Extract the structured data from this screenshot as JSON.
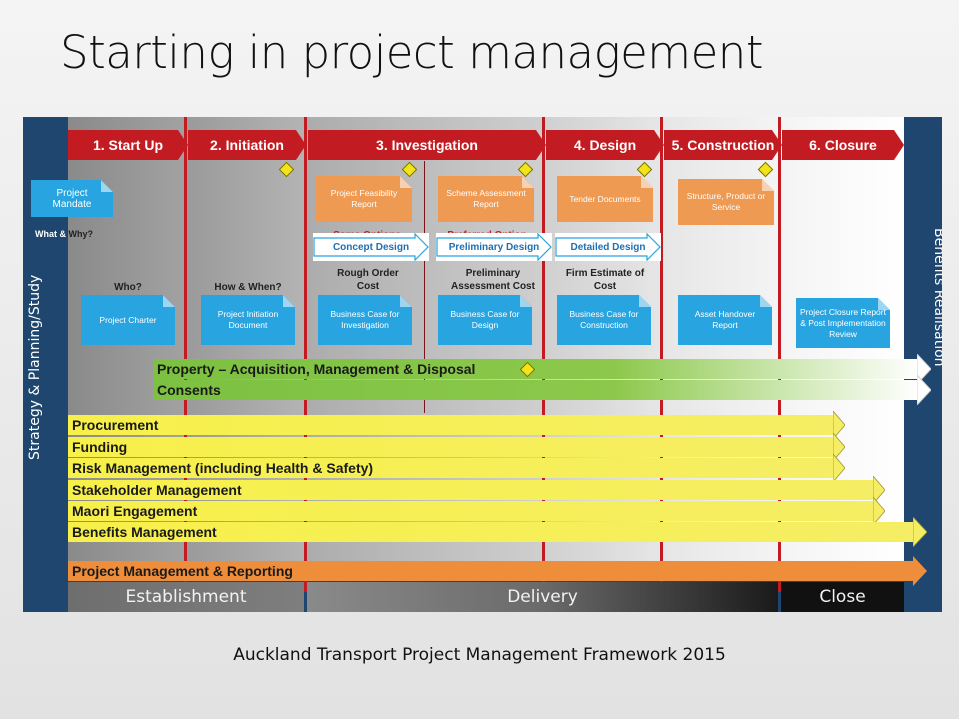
{
  "title": "Starting in project management",
  "caption": "Auckland Transport Project Management Framework 2015",
  "side_left": "Strategy & Planning/Study",
  "side_right": "Benefits Realisation",
  "phases": [
    {
      "label": "1. Start Up"
    },
    {
      "label": "2. Initiation"
    },
    {
      "label": "3. Investigation"
    },
    {
      "label": "4. Design"
    },
    {
      "label": "5. Construction"
    },
    {
      "label": "6. Closure"
    }
  ],
  "project_mandate": "Project Mandate",
  "what_why": {
    "what": "What &",
    "why": "Why?"
  },
  "who": "Who?",
  "how_when": "How & When?",
  "orange_docs": [
    "Project Feasibility Report",
    "Scheme Assessment Report",
    "Tender Documents",
    "Structure, Product or Service"
  ],
  "options": [
    "Some Options",
    "Preferred Option"
  ],
  "design_stages": [
    "Concept Design",
    "Preliminary Design",
    "Detailed Design"
  ],
  "costs": [
    "Rough Order Cost",
    "Preliminary Assessment Cost",
    "Firm Estimate of Cost"
  ],
  "blue_docs": [
    "Project Charter",
    "Project Initiation Document",
    "Business Case for Investigation",
    "Business Case for Design",
    "Business Case for Construction",
    "Asset Handover Report",
    "Project Closure Report & Post Implementation Review"
  ],
  "bars": {
    "property": "Property – Acquisition, Management & Disposal",
    "consents": "Consents",
    "procurement": "Procurement",
    "funding": "Funding",
    "risk": "Risk Management (including Health & Safety)",
    "stakeholder": "Stakeholder Management",
    "maori": "Maori Engagement",
    "benefits": "Benefits Management",
    "pm_reporting": "Project Management & Reporting"
  },
  "bottom": [
    "Establishment",
    "Delivery",
    "Close"
  ],
  "colors": {
    "frame": "#1e466e",
    "phase_red": "#c21c22",
    "doc_orange": "#ee9a52",
    "doc_blue": "#28a4e0",
    "bar_yellow": "#f7f04a",
    "bar_green": "#7cc141",
    "bar_orange": "#ee8d3a"
  }
}
